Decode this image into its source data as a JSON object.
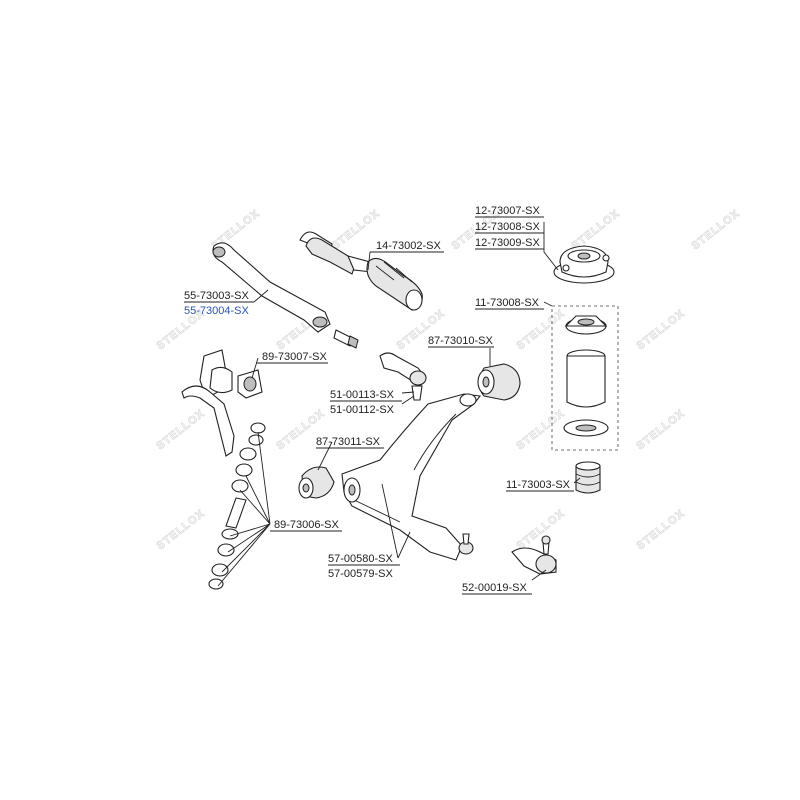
{
  "watermark": {
    "text": "STELLOX"
  },
  "labels": {
    "tie_rod_a": "55-73003-SX",
    "tie_rod_b": "55-73004-SX",
    "boot": "14-73002-SX",
    "mount_a": "12-73007-SX",
    "mount_b": "12-73008-SX",
    "mount_c": "12-73009-SX",
    "strut_kit": "11-73008-SX",
    "bushing_rear": "87-73010-SX",
    "stab_bushing": "89-73007-SX",
    "tie_end_a": "51-00113-SX",
    "tie_end_b": "51-00112-SX",
    "bushing_front": "87-73011-SX",
    "bump_stop": "11-73003-SX",
    "stab_link_kit": "89-73006-SX",
    "arm_a": "57-00580-SX",
    "arm_b": "57-00579-SX",
    "ball_joint": "52-00019-SX"
  },
  "colors": {
    "highlight": "#2a55b8",
    "line": "#222222",
    "watermark": "#dcdcdc"
  }
}
